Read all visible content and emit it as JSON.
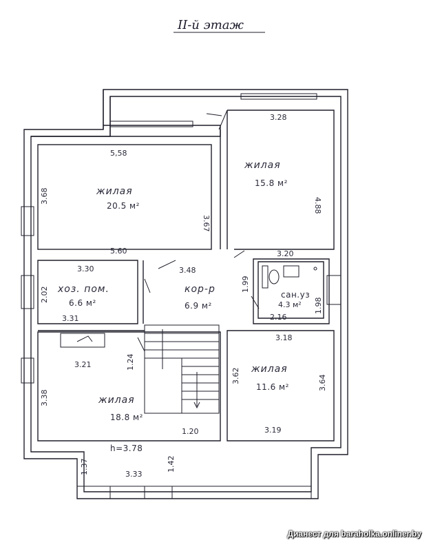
{
  "title": "II-й этаж",
  "watermark": "Дианест для baraholka.onliner.by",
  "colors": {
    "ink": "#1e1e2a",
    "paper": "#ffffff"
  },
  "rooms": [
    {
      "name": "жилая",
      "area": "20.5 м²"
    },
    {
      "name": "жилая",
      "area": "15.8 м²"
    },
    {
      "name": "хоз. пом.",
      "area": "6.6 м²"
    },
    {
      "name": "кор-р",
      "area": "6.9 м²"
    },
    {
      "name": "сан.уз",
      "area": "4.3 м²"
    },
    {
      "name": "жилая",
      "area": "11.6 м²"
    },
    {
      "name": "жилая",
      "area": "18.8 м²"
    }
  ],
  "height_note": "h=3.78",
  "dimensions": [
    "5,58",
    "3.68",
    "3.67",
    "5.60",
    "3.28",
    "4.88",
    "3.20",
    "3.48",
    "3.30",
    "2.02",
    "3.31",
    "1.99",
    "1.98",
    "2.16",
    "3.18",
    "3.21",
    "1.24",
    "3.62",
    "3.64",
    "3.38",
    "1.20",
    "3.19",
    "1.37",
    "1.42",
    "3.33"
  ]
}
